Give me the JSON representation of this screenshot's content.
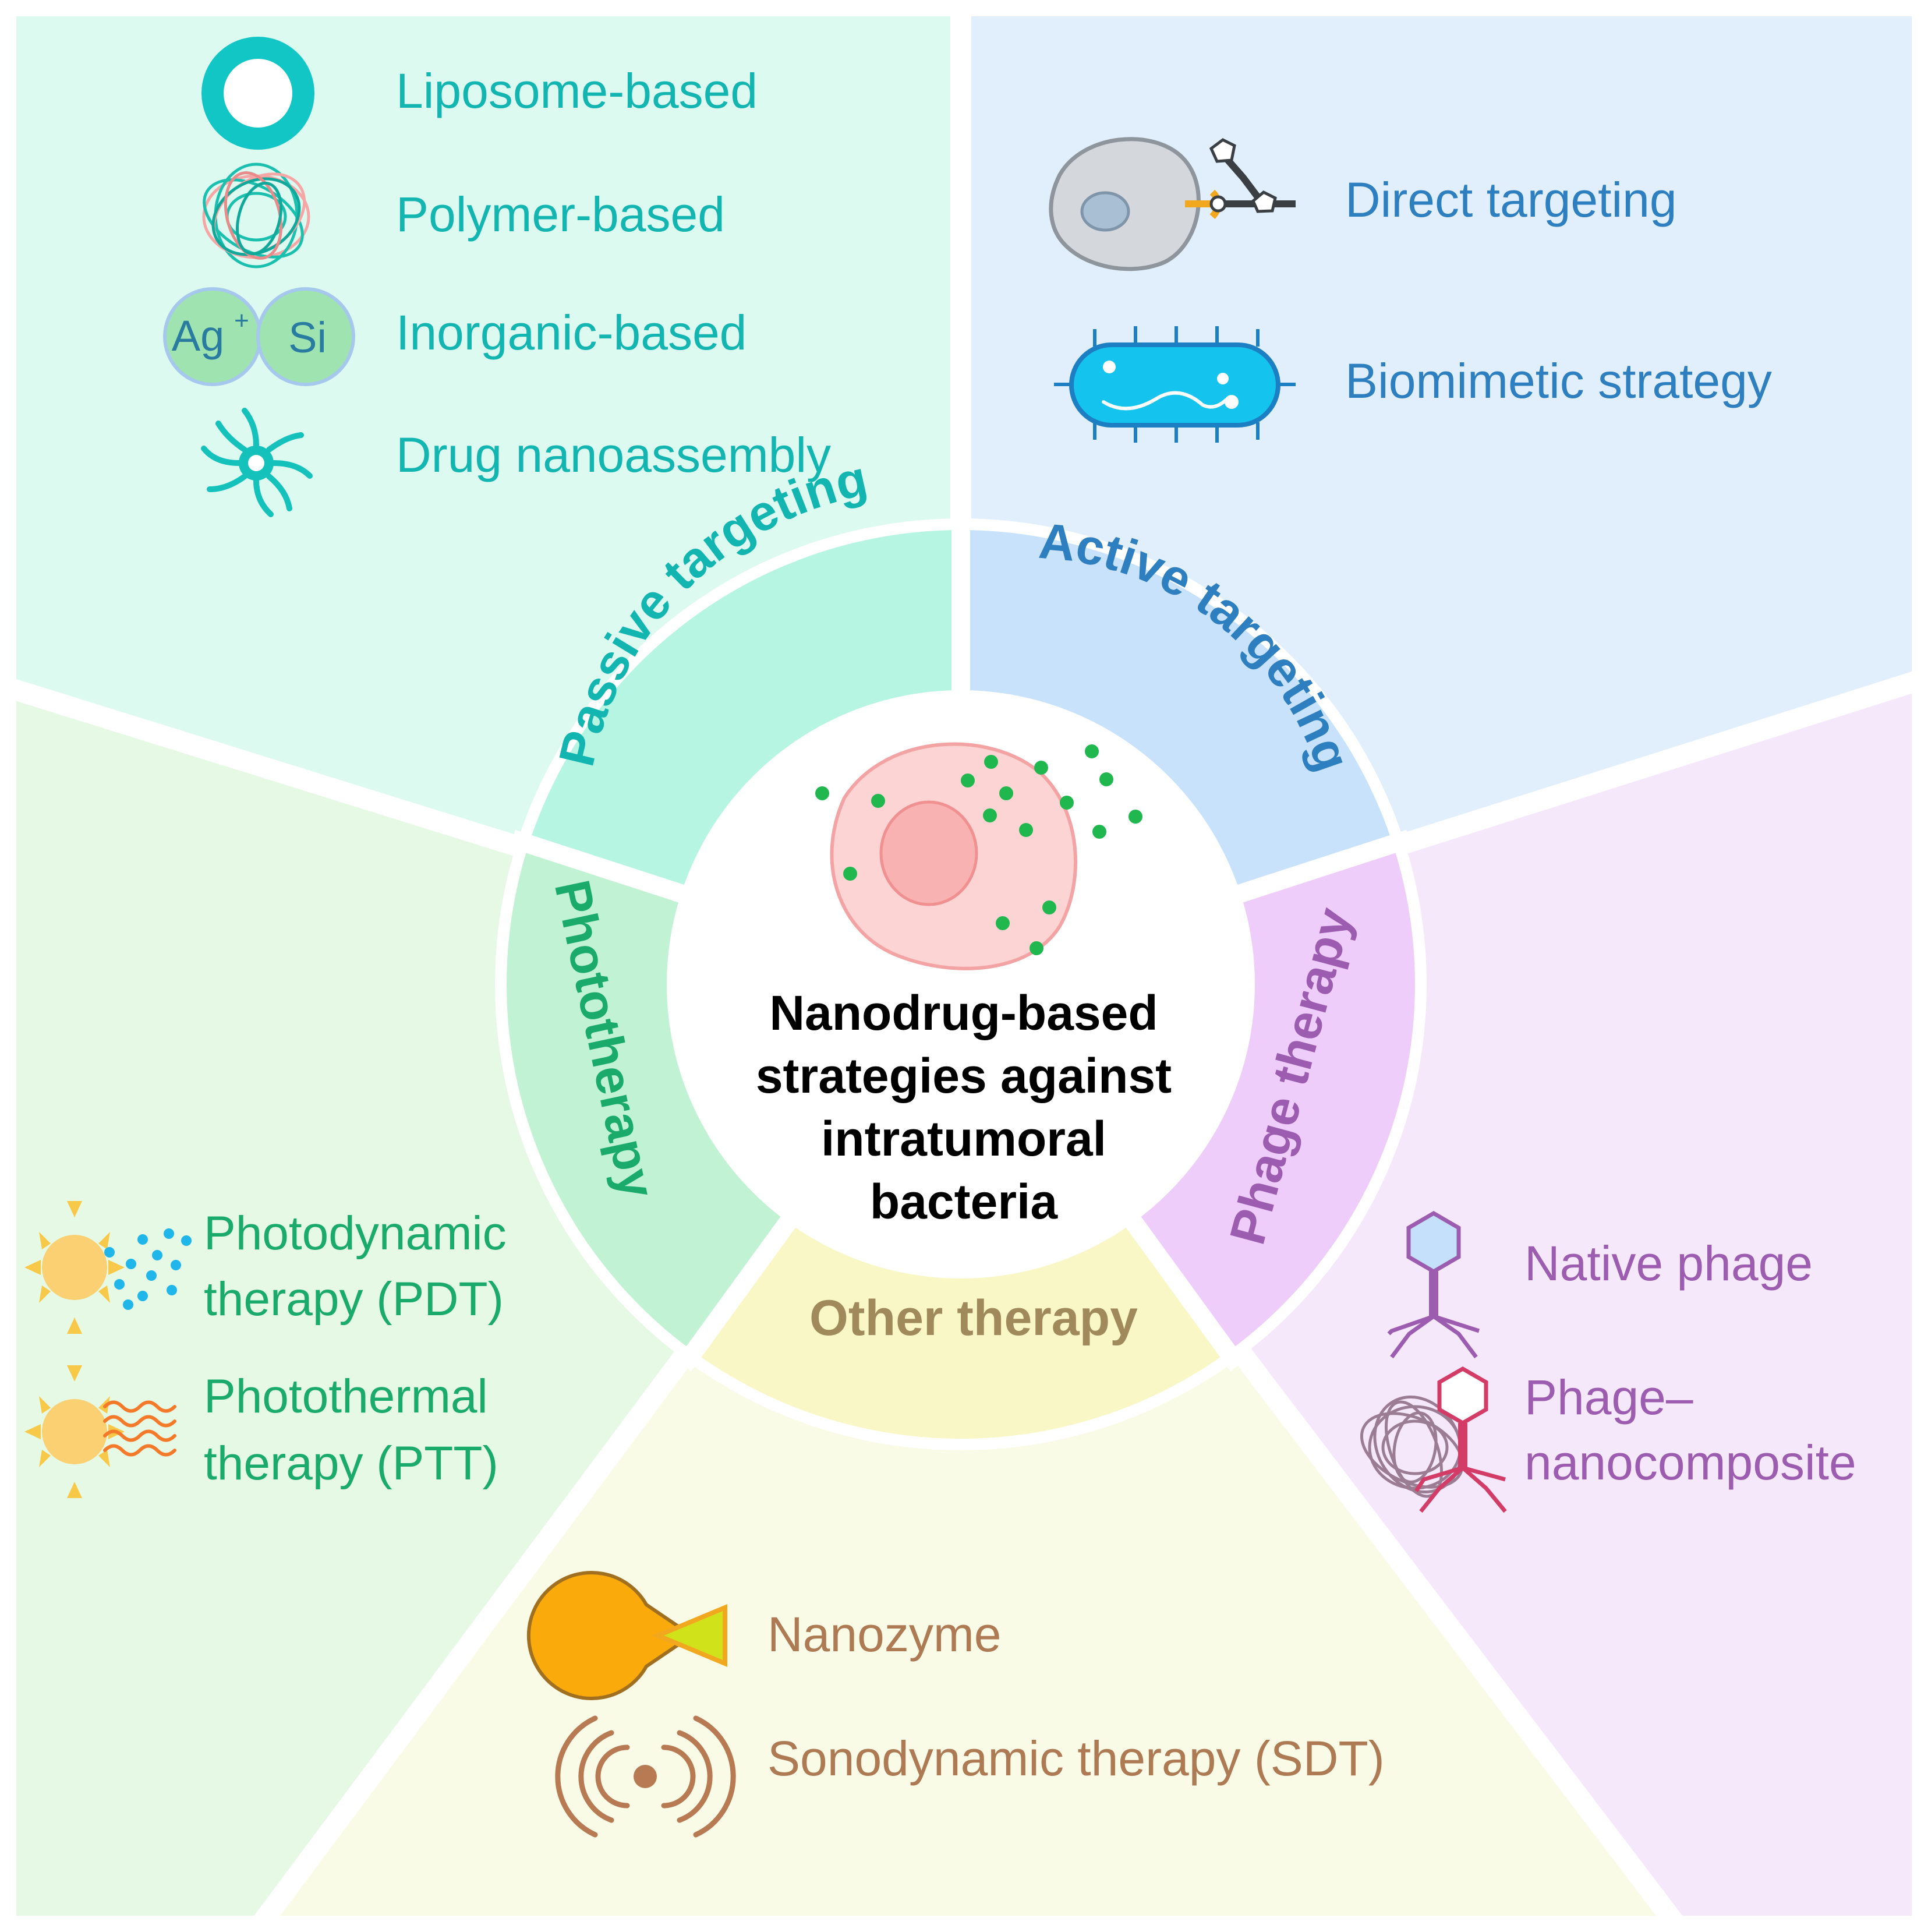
{
  "center": {
    "title_lines": [
      "Nanodrug-based",
      "strategies against",
      "intratumoral",
      "bacteria"
    ]
  },
  "ring": {
    "passive": "Passive targeting",
    "active": "Active targeting",
    "phage": "Phage therapy",
    "other": "Other therapy",
    "photo": "Phototherapy"
  },
  "passive_items": {
    "liposome": "Liposome-based",
    "polymer": "Polymer-based",
    "inorganic": "Inorganic-based",
    "drug": "Drug nanoassembly",
    "ag_label": "Ag",
    "ag_sup": "+",
    "si_label": "Si"
  },
  "active_items": {
    "direct": "Direct targeting",
    "biomimetic": "Biomimetic strategy"
  },
  "photo_items": {
    "pdt_1": "Photodynamic",
    "pdt_2": "therapy (PDT)",
    "ptt_1": "Photothermal",
    "ptt_2": "therapy (PTT)"
  },
  "other_items": {
    "nanozyme": "Nanozyme",
    "sdt": "Sonodynamic therapy (SDT)"
  },
  "phage_items": {
    "native": "Native phage",
    "composite_1": "Phage–",
    "composite_2": "nanocomposite"
  },
  "colors": {
    "passive_bg": "#dcfaf0",
    "passive_ring": "#b6f5e2",
    "passive_text": "#12b5b0",
    "active_bg": "#e1effd",
    "active_ring": "#c8e2fb",
    "active_text": "#2e7fc0",
    "photo_bg": "#e5f9e5",
    "photo_ring": "#c2f2d4",
    "photo_text": "#1aaa6a",
    "other_bg": "#f9fbe6",
    "other_ring": "#f8f7c5",
    "other_text": "#a08a5c",
    "phage_bg": "#f6e8fb",
    "phage_ring": "#efcdfb",
    "phage_text": "#9c5db0",
    "item_other_text": "#ad7a54"
  }
}
